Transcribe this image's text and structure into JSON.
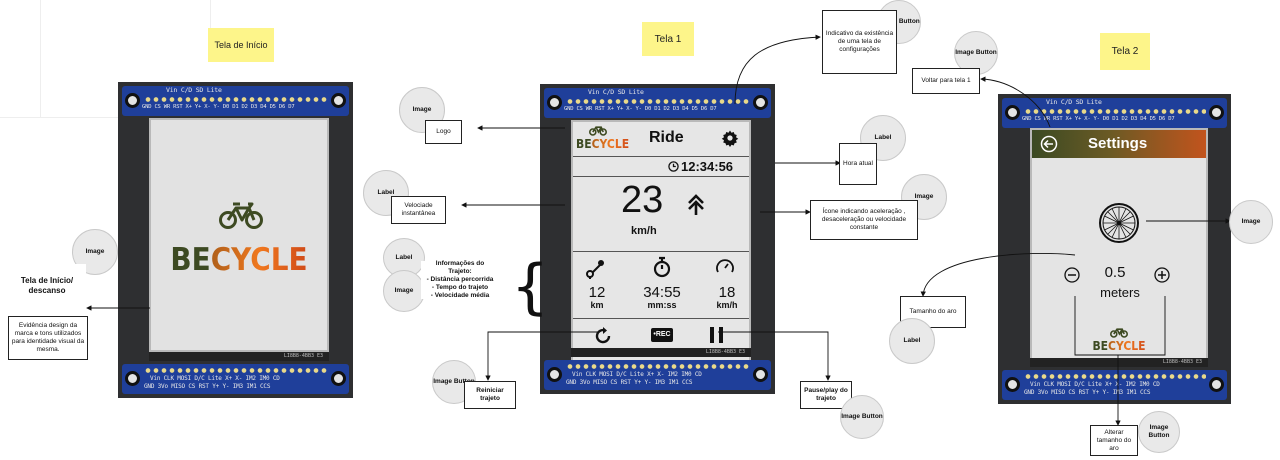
{
  "sticky_notes": {
    "inicio": "Tela de Início",
    "tela1": "Tela 1",
    "tela2": "Tela 2"
  },
  "board_labels": {
    "top_row": "Vin  C/D  SD  Lite",
    "top_row2": "GND  CS   WR  RST  X+ Y+ X- Y- D0 D1 D2 D3 D4 D5 D6 D7",
    "bottom_row": "Vin  CLK MOSI D/C Lite  X+   X-  IM2  IM0  CD",
    "bottom_row2": "GND  3Vo MISO CS  RST   Y+   Y-   IM3  IM1  CCS",
    "flex_id": "LI8B8-4BB3    E3"
  },
  "logo": {
    "be": "BE",
    "cycle": "CYCLE"
  },
  "screen1": {
    "title": "Ride",
    "clock": "12:34:56",
    "speed": "23",
    "speed_unit": "km/h",
    "distance": "12",
    "distance_unit": "km",
    "duration": "34:55",
    "duration_unit": "mm:ss",
    "avg_speed": "18",
    "avg_unit": "km/h",
    "rec": "REC"
  },
  "screen2": {
    "title": "Settings",
    "rim_value": "0.5",
    "rim_unit": "meters"
  },
  "annotations": {
    "tipo_image": "Image",
    "tipo_label": "Label",
    "tipo_image_button": "Image Button",
    "tela_inicio_title": "Tela de Início/ descanso",
    "tela_inicio_desc": "Evidência design da marca e tons utilizados para identidade visual da mesma.",
    "logo": "Logo",
    "velocidade": "Velociade instantânea",
    "info_title": "Informações do Trajeto:",
    "info_items": [
      "- Distância percorrida",
      "- Tempo do trajeto",
      "- Velocidade média"
    ],
    "reiniciar": "Reiniciar trajeto",
    "config": "Indicativo da existência de uma tela de configurações",
    "hora": "Hora atual",
    "aceleracao": "Ícone indicando aceleração , desaceleração ou  velocidade constante",
    "pause": "Pause/play do trajeto",
    "voltar": "Voltar para tela 1",
    "tamanho_aro": "Tamanho do aro",
    "alterar_aro": "Alterar tamanho do aro"
  },
  "colors": {
    "board": "#2e2f31",
    "pcb": "#1f3f9a",
    "settings_header_start": "#3b4a23",
    "settings_header_end": "#c2541d",
    "sticky": "#fdf58a",
    "logo_dark": "#3d4a22",
    "logo_orange": "#f0781f"
  }
}
